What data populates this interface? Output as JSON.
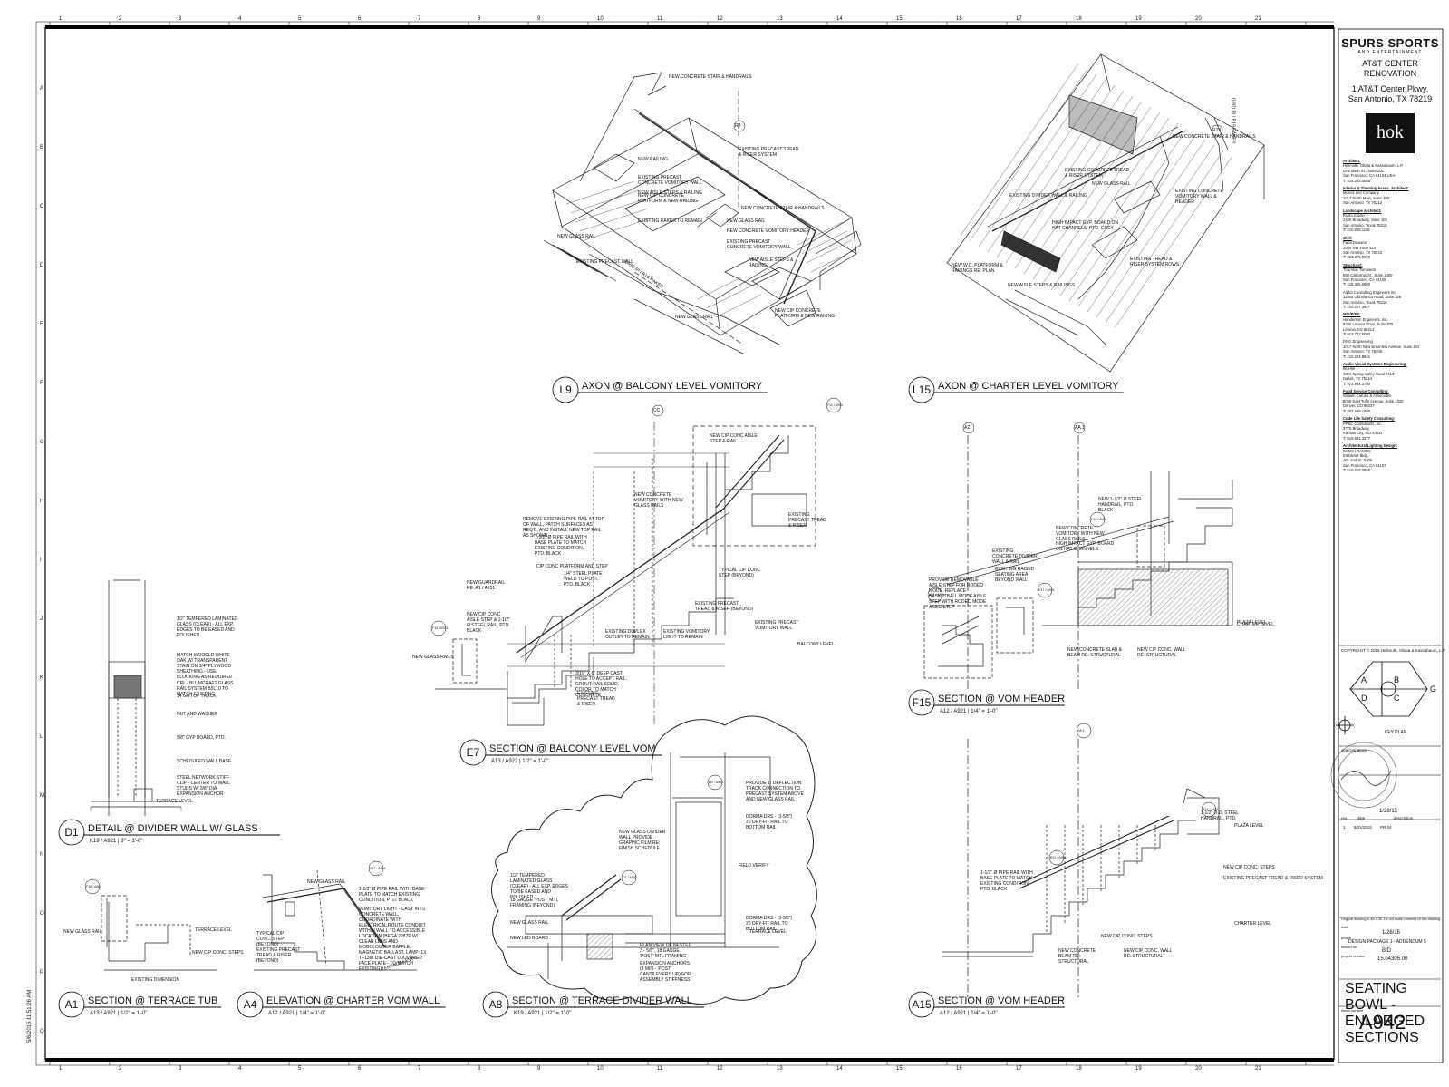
{
  "title_block": {
    "logo": "SPURS SPORTS",
    "logo_sub": "AND ENTERTAINMENT",
    "project": "AT&T CENTER RENOVATION",
    "address_1": "1 AT&T Center Pkwy,",
    "address_2": "San Antonio, TX 78219",
    "architect_logo": "hok",
    "consultants": [
      {
        "role": "Architect:",
        "lines": [
          "Hellmuth, Obata & Kassabaum, L.P.",
          "One Bush St., Suite 200",
          "San Francisco, CA 94104 USA",
          "T: 415.243.0555"
        ]
      },
      {
        "role": "Interior & Theming Assoc. Architect:",
        "lines": [
          "Munoz and Company",
          "1017 North Main, Suite 300",
          "San Antonio, TX 78212"
        ]
      },
      {
        "role": "Landscape Architect:",
        "lines": [
          "Rialto Studio",
          "2425 Broadway, Suite 105",
          "San Antonio, Texas 78215",
          "T: 210.828.1155"
        ]
      },
      {
        "role": "Civil:",
        "lines": [
          "Pape Dawson",
          "2000 NW Loop 410",
          "San Antonio, TX 78213",
          "T: 210.375.9000"
        ]
      },
      {
        "role": "Structural:",
        "lines": [
          "Thornton Tomasetti",
          "650 California St., Suite 1400",
          "San Francisco, CA 94108",
          "T: 415.365.6900"
        ]
      },
      {
        "role": "",
        "lines": [
          "Alpha Consulting Engineers Inc",
          "11505 Old Blanco Road, Suite 326",
          "San Antonio, Texas 78216",
          "T: 210.227.3647"
        ]
      },
      {
        "role": "M/E/P/FP:",
        "lines": [
          "Henderson Engineers, Inc.",
          "8345 Lenexa Drive, Suite 300",
          "Lenexa, KS 66214",
          "T: 913.742.5000"
        ]
      },
      {
        "role": "",
        "lines": [
          "DNG Engineering",
          "1017 North New Braunfels Avenue, Suite 201",
          "San Antonio, TX 78208",
          "T: 210.224.8841"
        ]
      },
      {
        "role": "Audio Visual Systems Engineering:",
        "lines": [
          "WJHW",
          "4801 Spring Valley Road #113",
          "Dallas, TX 75244",
          "T: 972.934.3700"
        ]
      },
      {
        "role": "Food Service Consulting:",
        "lines": [
          "William Caruso & Associates",
          "8055 East Tufts Avenue, Suite 1320",
          "Denver, CO 80237",
          "T: 303.649.1600"
        ]
      },
      {
        "role": "Code Life Safety Consulting:",
        "lines": [
          "FP&C Consultants, Inc.",
          "3775 Broadway",
          "Kansas City, MO 64111",
          "T: 816.931.3377"
        ]
      },
      {
        "role": "Architectural Lighting Design:",
        "lines": [
          "BAMS | RAMOS",
          "Embleset Bldg.",
          "461 2nd St. #109",
          "San Francisco, CA 94107",
          "T: 415.618.0855"
        ]
      }
    ],
    "copyright": "COPYRIGHT © 2015   Hellmuth, Obata & Kassabaum, L.P.",
    "key_plan_label": "KEY PLAN",
    "key_plan_zones": [
      "A",
      "B",
      "C",
      "D",
      "G"
    ],
    "seal_label": "seal/signature",
    "seal_date": "1/28/15",
    "rev_headers": [
      "rev",
      "date",
      "description"
    ],
    "revisions": [
      {
        "rev": "1",
        "date": "5/01/2015",
        "description": "PR 04"
      }
    ],
    "note": "Original drawing is 48 x 36. Do not scale contents of this drawing.",
    "date_label": "date",
    "date_value": "1/28/15",
    "phase_label": "phase",
    "phase_value": "DESIGN PACKAGE 1 - ADDENDUM 5",
    "issued_for_label": "issued for",
    "issued_for_value": "BID",
    "project_number_label": "project number",
    "project_number_value": "15.04305.00",
    "sheet_name": "SEATING BOWL - ENLARGED SECTIONS",
    "sheet_number_label": "sheet number",
    "sheet_number": "A942"
  },
  "plot_stamp": "5/6/2015 11:51:26 AM",
  "border": {
    "columns": [
      "1",
      "2",
      "3",
      "4",
      "5",
      "6",
      "7",
      "8",
      "9",
      "10",
      "11",
      "12",
      "13",
      "14",
      "15",
      "16",
      "17",
      "18",
      "19",
      "20",
      "21"
    ],
    "rows": [
      "A",
      "B",
      "C",
      "D",
      "E",
      "F",
      "G",
      "H",
      "I",
      "J",
      "K",
      "L",
      "M",
      "N",
      "O",
      "P",
      "Q"
    ]
  },
  "drawings": [
    {
      "id": "L9",
      "title": "AXON @ BALCONY LEVEL VOMITORY",
      "scale": ""
    },
    {
      "id": "L15",
      "title": "AXON @ CHARTER LEVEL VOMITORY",
      "scale": ""
    },
    {
      "id": "E7",
      "title": "SECTION @ BALCONY LEVEL VOM",
      "scale": "A13 / A922   |   1/2\" = 1'-0\""
    },
    {
      "id": "F15",
      "title": "SECTION @ VOM HEADER",
      "scale": "A12 / A921   |   1/4\" = 1'-0\""
    },
    {
      "id": "D1",
      "title": "DETAIL @ DIVIDER WALL W/ GLASS",
      "scale": "K19 / A921   |   3\" = 1'-0\""
    },
    {
      "id": "A1",
      "title": "SECTION @ TERRACE TUB",
      "scale": "A13 / A921   |   1/2\" = 1'-0\""
    },
    {
      "id": "A4",
      "title": "ELEVATION @ CHARTER VOM WALL",
      "scale": "A12 / A921   |   1/4\" = 1'-0\""
    },
    {
      "id": "A8",
      "title": "SECTION @ TERRACE DIVIDER WALL",
      "scale": "K19 / A921   |   1/2\" = 1'-0\""
    },
    {
      "id": "A15",
      "title": "SECTION @ VOM HEADER",
      "scale": "A12 / A921   |   1/4\" = 1'-0\""
    }
  ],
  "notes_l9": [
    "NEW CONCRETE STAIR & HANDRAILS",
    "EXISTING PRECAST TREAD & RISER SYSTEM",
    "NEW RAILING",
    "EXISTING PRECAST CONCRETE VOMITORY WALL",
    "NEW CIP CONCRETE PLATFORM & NEW RAILING",
    "NEW AISLE STEPS & RAILING",
    "NEW CONCRETE STAIR & HANDRAILS",
    "EXISTING RAKER TO REMAIN",
    "NEW GLASS RAIL",
    "NEW CONCRETE VOMITORY HEADER",
    "EXISTING PRECAST CONCRETE VOMITORY WALL",
    "NEW GLASS RAIL",
    "EXISTING PRECAST WALL",
    "NEW AISLE STEPS & RAILING",
    "NEW GLASS RAIL",
    "NEW CIP CONCRETE PLATFORM & NEW RAILING",
    "GRID RI / R19 RAKER"
  ],
  "notes_l15": [
    "NEW CONCRETE STAIR & HANDRAILS",
    "EXISTING CONCRETE TREAD & RISER SYSTEM",
    "NEW GLASS RAIL",
    "EXISTING CONCRETE VOMITORY WALL & HEADER",
    "EXISTING DIVIDER WALL & RAILING",
    "HIGH IMPACT GYP. BOARD ON HAT CHANNELS, PTD. GREY",
    "NEW W.C. PLATFORM & RAILINGS RE: PLAN",
    "EXISTING TREAD & RISER SYSTEM ROWS",
    "NEW AISLE STEPS & RAILINGS",
    "GRID RI / R19 RAKER"
  ],
  "notes_e7": [
    "NEW CIP CONC AISLE STEP & RAIL",
    "NEW CONCRETE VOMITORY WITH NEW GLASS RAILS",
    "EXISTING PRECAST TREAD & RISER",
    "REMOVE EXISTING PIPE RAIL AT TOP OF WALL, PATCH SURFACES AS REQ'D, AND INSTALL NEW TOP RAIL AS SHOWN",
    "1-1/2\" Ø PIPE RAIL WITH BASE PLATE TO MATCH EXISTING CONDITION, PTD. BLACK",
    "CIP CONC PLATFORM AND STEP",
    "1/4\" STEEL PLATE WELD TO POST, PTD. BLACK",
    "TYPICAL CIP CONC STEP (BEYOND)",
    "NEW GUARDRAIL RE: A1 / A951",
    "NEW CIP CONC. AISLE STEP & 1-1/2\" Ø STEEL RAIL, PTD. BLACK",
    "EXISTING PRECAST TREAD & RISER (BEYOND)",
    "EXISTING PRECAST VOMITORY WALL",
    "EXISTING DUPLEX OUTLET TO REMAIN",
    "EXISTING VOMITORY LIGHT TO REMAIN",
    "NEW GLASS RAILS",
    "3/16\" x 6\" DEEP CAST HOLE TO ACCEPT RAIL, GROUT RAIL SOLID, COLOR TO MATCH CONCRETE",
    "EXISTING PRECAST TREAD & RISER",
    "BALCONY LEVEL"
  ],
  "notes_f15": [
    "NEW 1-1/2\" Ø STEEL HANDRAIL, PTD. BLACK",
    "NEW CONCRETE VOMITORY WITH NEW GLASS RAILS",
    "HIGH IMPACT GYP. BOARD ON HAT CHANNELS",
    "EXISTING CONCRETE DIVIDER WALL & RAIL",
    "EXISTING RAISED SEATING AREA BEYOND WALL",
    "PROVIDE REMOVABLE AISLE STEP FOR RODEO MODE. REPLACE BASKETBALL MODE AISLE STEP WITH RODEO MODE AISLE STEP",
    "NEW CONCRETE SLAB & BEAM RE: STRUCTURAL",
    "NEW CIP CONC. WALL RE: STRUCTURAL",
    "PLAZA LEVEL",
    "CHARTER LEVEL"
  ],
  "notes_d1": [
    "1/2\" TEMPERED LAMINATED GLASS (CLEAR) - ALL EXP. EDGES TO BE EASED AND POLISHED",
    "MATCH WOODLD WHITE OAK W/ TRANSPARENT STAIN ON 3/4\" PLYWOOD SHEATHING - USE BLOCKING AS REQUIRED",
    "CRL / BLUMCRAFT GLASS RAIL SYSTEM B5L10 TO MATCH EXISTING",
    "14 GA TOP TRACK",
    "NUT AND WASHER",
    "5/8\" GYP BOARD, PTD.",
    "SCHEDULED WALL BASE",
    "STEEL NETWORK STIFF CLIP - CENTER TO WALL STUDS W/ 3/8\" DIA EXPANSION ANCHOR",
    "TERRACE LEVEL"
  ],
  "notes_a1": [
    "NEW GLASS RAIL",
    "NEW CIP CONC. STEPS",
    "EXISTING DIMENSION",
    "TERRACE LEVEL"
  ],
  "notes_a4": [
    "NEW GLASS RAIL",
    "1-1/2\" Ø PIPE RAIL WITH BASE PLATE TO MATCH EXISTING CONDITION, PTD. BLACK",
    "VOMITORY LIGHT - CAST INTO CONCRETE WALL, COORDINATE WITH ELECTRICAL ROUTE CONDUIT WITHIN WALL TO ACCESSIBLE LOCATION (BEGA 2287P W/ CLEAR LENS AND MOBOLOUVER BAFFLE, MAGNETIC BALLAST, LAMP: 1x TF13W DIE-CAST LOUVERED FACE PLATE - TO MATCH EXISTING)",
    "TYPICAL CIP CONC. STEP (BEYOND)",
    "EXISTING PRECAST TREAD & RISER (BEYOND)",
    "TERRACE LEVEL"
  ],
  "notes_a8": [
    "PROVIDE 1\" DEFLECTION TRACK CONNECTION TO PRECAST SYSTEM ABOVE AND NEW GLASS RAIL",
    "NEW GLASS DIVIDER WALL PROVIDE GRAPHIC FILM RE: FINISH SCHEDULE",
    "DORMA DRS - (3-5/8\") 20 DRY-FIT RAIL TO BOTTOM RAIL",
    "FIELD VERIFY",
    "1/2\" TEMPERED LAMINATED GLASS (CLEAR) - ALL EXP. EDGES TO BE EASED AND POLISHED",
    "18 GAUGE 'POST' MTL FRAMING (BEYOND)",
    "NEW GLASS RAIL",
    "NEW LED BOARD",
    "DORMA DRS - (3-5/8\") 20 DRY-FIT RAIL TO BOTTOM RAIL",
    "PLAN VIEW OF NESTED 3 - 5/8\", 18 GAUGE 'POST' MTL FRAMING",
    "EXPANSION ANCHORS (3 MIN - 'POST' CANTILEVERS UP) FOR ASSEMBLY STIFFNESS",
    "TERRACE LEVEL"
  ],
  "notes_a15": [
    "1-1/2\" O.D. STEEL HANDRAIL, PTD.",
    "1-1/2\" Ø PIPE RAIL WITH BASE PLATE TO MATCH EXISTING CONDITION, PTD. BLACK",
    "NEW CIP CONC. STEPS",
    "EXISTING PRECAST TREAD & RISER SYSTEM",
    "NEW CIP CONC. STEPS",
    "NEW CONCRETE BEAM RE: STRUCTURAL",
    "NEW CIP CONC. WALL RE: STRUCTURAL",
    "CHARTER LEVEL",
    "PLAZA LEVEL"
  ],
  "grid_tags": [
    "CC",
    "AZ",
    "AA.1",
    "R3",
    "R19"
  ],
  "ref_tags": [
    "F11 / A951",
    "F16 / A951",
    "A17 / A951",
    "E17 / A951",
    "E12 / A951",
    "M2 / A951",
    "D1 / A942",
    "A12 / A941",
    "F16 / A951",
    "B10 / A951",
    "B14 / A951",
    "AA.1"
  ]
}
